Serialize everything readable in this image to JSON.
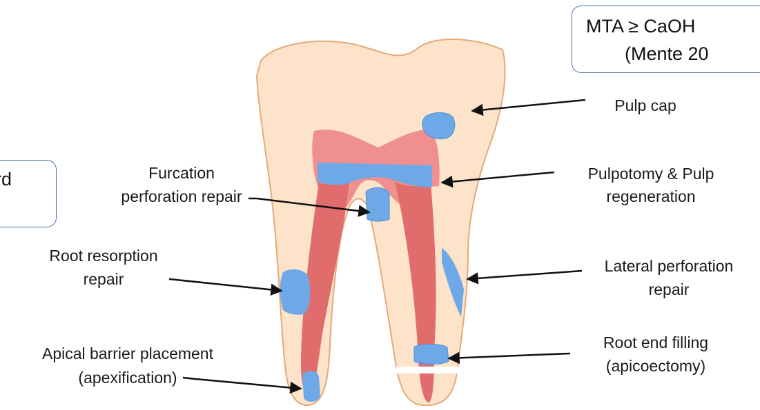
{
  "callouts": {
    "mta_comparison": "MTA ≥ CaOH",
    "mta_citation": "(Mente 20",
    "left_box_fragment": "rd"
  },
  "labels": {
    "pulp_cap": "Pulp cap",
    "pulpotomy_line1": "Pulpotomy & Pulp",
    "pulpotomy_line2": "regeneration",
    "furcation_line1": "Furcation",
    "furcation_line2": "perforation repair",
    "root_resorption_line1": "Root resorption",
    "root_resorption_line2": "repair",
    "lateral_line1": "Lateral perforation",
    "lateral_line2": "repair",
    "apical_line1": "Apical barrier placement",
    "apical_line2": "(apexification)",
    "root_end_line1": "Root end filling",
    "root_end_line2": "(apicoectomy)"
  },
  "colors": {
    "tooth_fill": "#fce3c9",
    "tooth_outline": "#e7a877",
    "pulp": "#ef8f8f",
    "canal": "#e16c6c",
    "material": "#6fa8e6",
    "material_edge": "#4f8fd8",
    "box_border": "#4a6fa5"
  }
}
